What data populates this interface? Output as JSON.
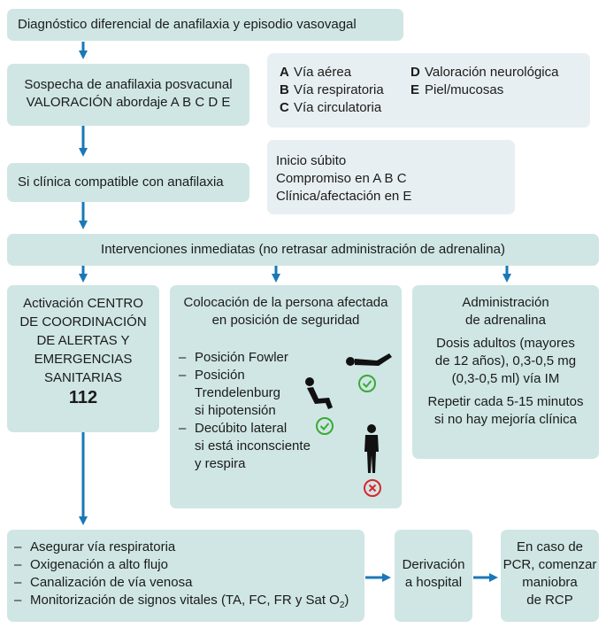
{
  "box1": "Diagnóstico diferencial de anafilaxia y episodio vasovagal",
  "box2": {
    "line1": "Sospecha de anafilaxia posvacunal",
    "line2": "VALORACIÓN abordaje A B C D E"
  },
  "abcde": [
    {
      "letter": "A",
      "text": "Vía aérea"
    },
    {
      "letter": "B",
      "text": "Vía respiratoria"
    },
    {
      "letter": "C",
      "text": "Vía circulatoria"
    },
    {
      "letter": "D",
      "text": "Valoración neurológica"
    },
    {
      "letter": "E",
      "text": "Piel/mucosas"
    }
  ],
  "box3": "Si clínica compatible con anafilaxia",
  "criteria": [
    "Inicio súbito",
    "Compromiso en A B C",
    "Clínica/afectación en E"
  ],
  "interventions": "Intervenciones inmediatas (no retrasar administración de adrenalina)",
  "activation": {
    "lines": [
      "Activación CENTRO",
      "DE COORDINACIÓN",
      "DE ALERTAS Y",
      "EMERGENCIAS",
      "SANITARIAS"
    ],
    "number": "112"
  },
  "position": {
    "title": [
      "Colocación de la persona afectada",
      "en posición de seguridad"
    ],
    "items": [
      {
        "lines": [
          "Posición Fowler"
        ]
      },
      {
        "lines": [
          "Posición",
          "Trendelenburg",
          "si hipotensión"
        ]
      },
      {
        "lines": [
          "Decúbito lateral",
          "si está inconsciente",
          "y respira"
        ]
      }
    ]
  },
  "adrenaline": {
    "title": [
      "Administración",
      "de adrenalina"
    ],
    "dose": [
      "Dosis adultos (mayores",
      "de 12 años), 0,3-0,5 mg",
      "(0,3-0,5 ml) vía IM"
    ],
    "repeat": [
      "Repetir cada 5-15 minutos",
      "si no hay mejoría clínica"
    ]
  },
  "actions": [
    "Asegurar vía respiratoria",
    "Oxigenación a alto flujo",
    "Canalización de vía venosa"
  ],
  "monitor": {
    "text": "Monitorización de signos vitales (TA, FC, FR y Sat O",
    "sub": "2",
    "close": ")"
  },
  "derivation": [
    "Derivación",
    "a hospital"
  ],
  "pcr": [
    "En caso de",
    "PCR, comenzar",
    "maniobra",
    "de RCP"
  ],
  "colors": {
    "box": "#cfe6e4",
    "info": "#e8eff2",
    "arrow": "#1a78b8",
    "check": "#3aaa35",
    "cross": "#d9262c"
  }
}
